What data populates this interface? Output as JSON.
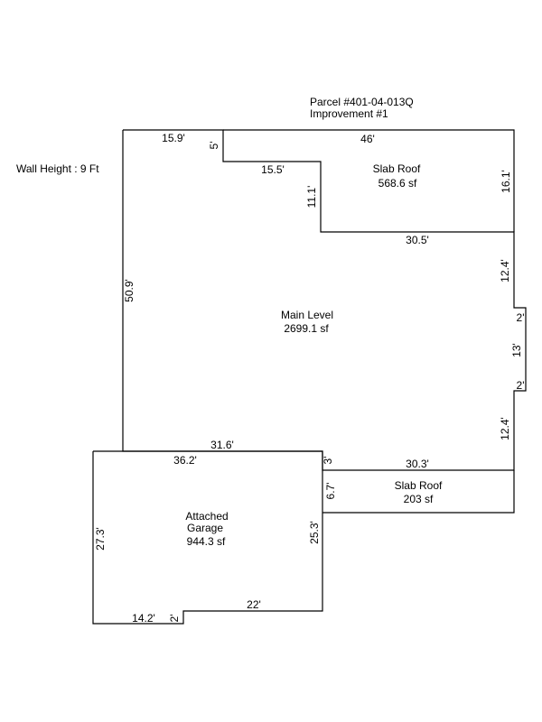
{
  "header": {
    "parcel": "Parcel #401-04-013Q",
    "improvement": "Improvement #1"
  },
  "wall_height": "Wall Height : 9 Ft",
  "areas": {
    "main": {
      "name": "Main Level",
      "area": "2699.1 sf"
    },
    "slab_top": {
      "name": "Slab Roof",
      "area": "568.6 sf"
    },
    "slab_bottom": {
      "name": "Slab Roof",
      "area": "203 sf"
    },
    "garage": {
      "name_line1": "Attached",
      "name_line2": "Garage",
      "area": "944.3 sf"
    }
  },
  "dimensions": {
    "top_left": "15.9'",
    "notch_vertical": "5'",
    "top_right": "46'",
    "notch_horizontal": "15.5'",
    "slab_left": "11.1'",
    "slab_right": "16.1'",
    "slab_bottom": "30.5'",
    "left_wall": "50.9'",
    "right_upper": "12.4'",
    "bump_top": "2'",
    "bump_side": "13'",
    "bump_bottom": "2'",
    "right_lower": "12.4'",
    "main_bottom": "31.6'",
    "garage_top": "36.2'",
    "small_step": "3'",
    "slab2_top": "30.3'",
    "slab2_left": "6.7'",
    "garage_left": "27.3'",
    "garage_right": "25.3'",
    "garage_bottom_left": "14.2'",
    "garage_step": "2'",
    "garage_bottom_right": "22'"
  }
}
